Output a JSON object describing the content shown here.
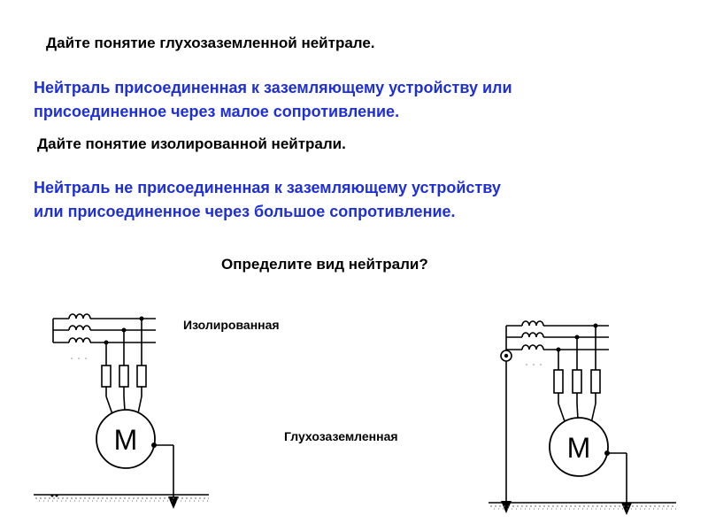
{
  "slide": {
    "question_grounded": "Дайте понятие глухозаземленной нейтрале.",
    "answer_grounded": [
      "Нейтраль присоединенная к заземляющему устройству или",
      "присоединенное через малое сопротивление."
    ],
    "question_isolated": "Дайте понятие изолированной нейтрали.",
    "answer_isolated": [
      "Нейтраль  не присоединенная к заземляющему устройству",
      "или присоединенное через большое сопротивление."
    ],
    "question_identify": "Определите вид нейтрали?",
    "label_isolated": "Изолированная",
    "label_grounded": "Глухозаземленная",
    "motor_symbol": "М"
  },
  "colors": {
    "question_text": "#000000",
    "answer_text": "#1f2fd6",
    "ground_hatch": "#6b6b6b"
  }
}
